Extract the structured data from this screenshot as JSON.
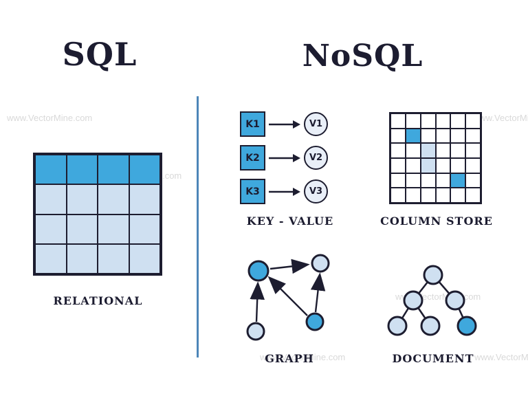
{
  "titles": {
    "sql": "SQL",
    "nosql": "NoSQL"
  },
  "labels": {
    "relational": "RELATIONAL",
    "key_value": "KEY - VALUE",
    "column_store": "COLUMN STORE",
    "graph": "GRAPH",
    "document": "DOCUMENT"
  },
  "key_value": {
    "items": [
      {
        "key": "K1",
        "value": "V1"
      },
      {
        "key": "K2",
        "value": "V2"
      },
      {
        "key": "K3",
        "value": "V3"
      }
    ]
  },
  "relational_table": {
    "rows": 4,
    "cols": 4,
    "header_rows": 1,
    "body_style": "light"
  },
  "column_store_grid": {
    "rows": 6,
    "cols": 6,
    "highlighted": [
      {
        "row": 1,
        "col": 1,
        "style": "accent"
      },
      {
        "row": 2,
        "col": 2,
        "style": "light"
      },
      {
        "row": 3,
        "col": 2,
        "style": "light"
      },
      {
        "row": 4,
        "col": 4,
        "style": "accent"
      }
    ]
  },
  "watermark": "www.VectorMine.com",
  "colors": {
    "accent": "#3fa8dd",
    "light": "#cfe0f1",
    "value_fill": "#e9eff8",
    "outline": "#1d1d30",
    "divider": "#4d86b8",
    "text": "#1c1c30",
    "watermark": "#d9d9d9"
  }
}
